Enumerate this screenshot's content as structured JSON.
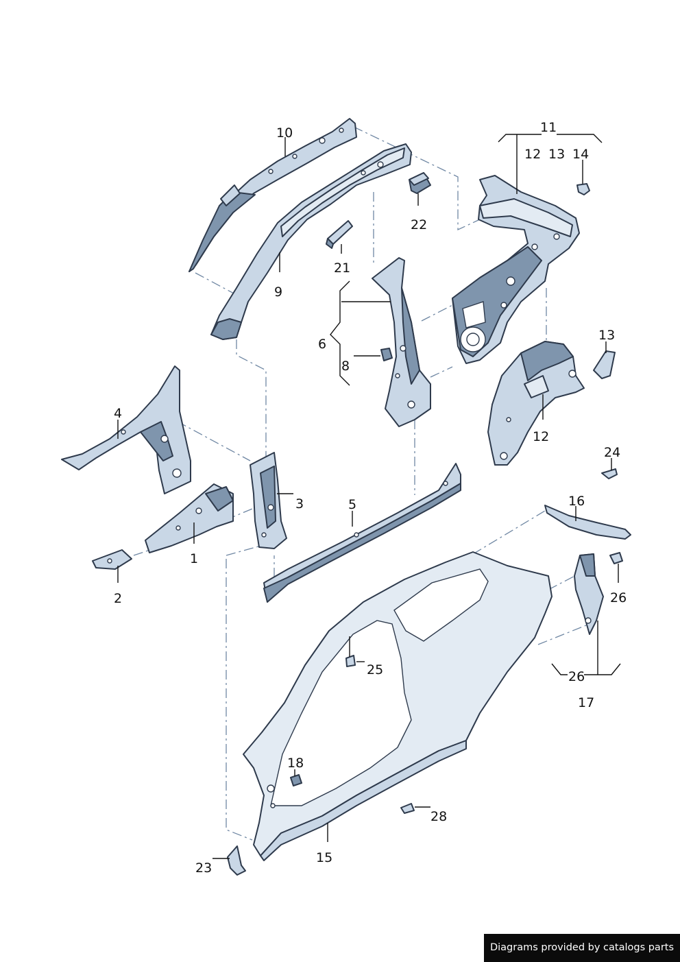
{
  "callouts": {
    "c1": "1",
    "c2": "2",
    "c3": "3",
    "c4": "4",
    "c5": "5",
    "c6": "6",
    "c8": "8",
    "c9": "9",
    "c10": "10",
    "c11": "11",
    "c12a": "12",
    "c13a": "13",
    "c14": "14",
    "c12b": "12",
    "c13b": "13",
    "c15": "15",
    "c16": "16",
    "c17": "17",
    "c18": "18",
    "c21": "21",
    "c22": "22",
    "c23": "23",
    "c24": "24",
    "c25": "25",
    "c26a": "26",
    "c26b": "26",
    "c28": "28"
  },
  "footer": {
    "text": "Diagrams provided by catalogs parts"
  },
  "colors": {
    "part_fill": "#c9d7e6",
    "part_shade": "#7f95ad",
    "outline": "#2e3a4c",
    "dash": "#6f87a3",
    "footer_bg": "#0b0b0b"
  }
}
